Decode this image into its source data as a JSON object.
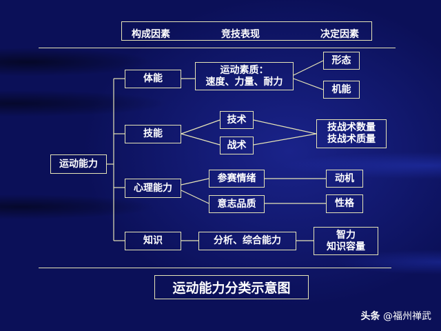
{
  "header": {
    "col1": "构成因素",
    "col2": "竞技表现",
    "col3": "决定因素"
  },
  "root": "运动能力",
  "branches": {
    "physical": "体能",
    "skill": "技能",
    "psychological": "心理能力",
    "knowledge": "知识"
  },
  "middle": {
    "quality_line1": "运动素质：",
    "quality_line2": "速度、力量、耐力",
    "technique": "技术",
    "tactics": "战术",
    "competition_mood": "参赛情绪",
    "willpower": "意志品质",
    "analysis": "分析、综合能力"
  },
  "outcomes": {
    "form": "形态",
    "function": "机能",
    "tech_line1": "技战术数量",
    "tech_line2": "技战术质量",
    "motivation": "动机",
    "personality": "性格",
    "intel_line1": "智力",
    "intel_line2": "知识容量"
  },
  "caption": "运动能力分类示意图",
  "watermark": {
    "prefix": "头条",
    "handle": "@福州禅武"
  },
  "colors": {
    "line": "#e8e6b8",
    "background": "#0b0f52",
    "text": "#ffffff"
  }
}
